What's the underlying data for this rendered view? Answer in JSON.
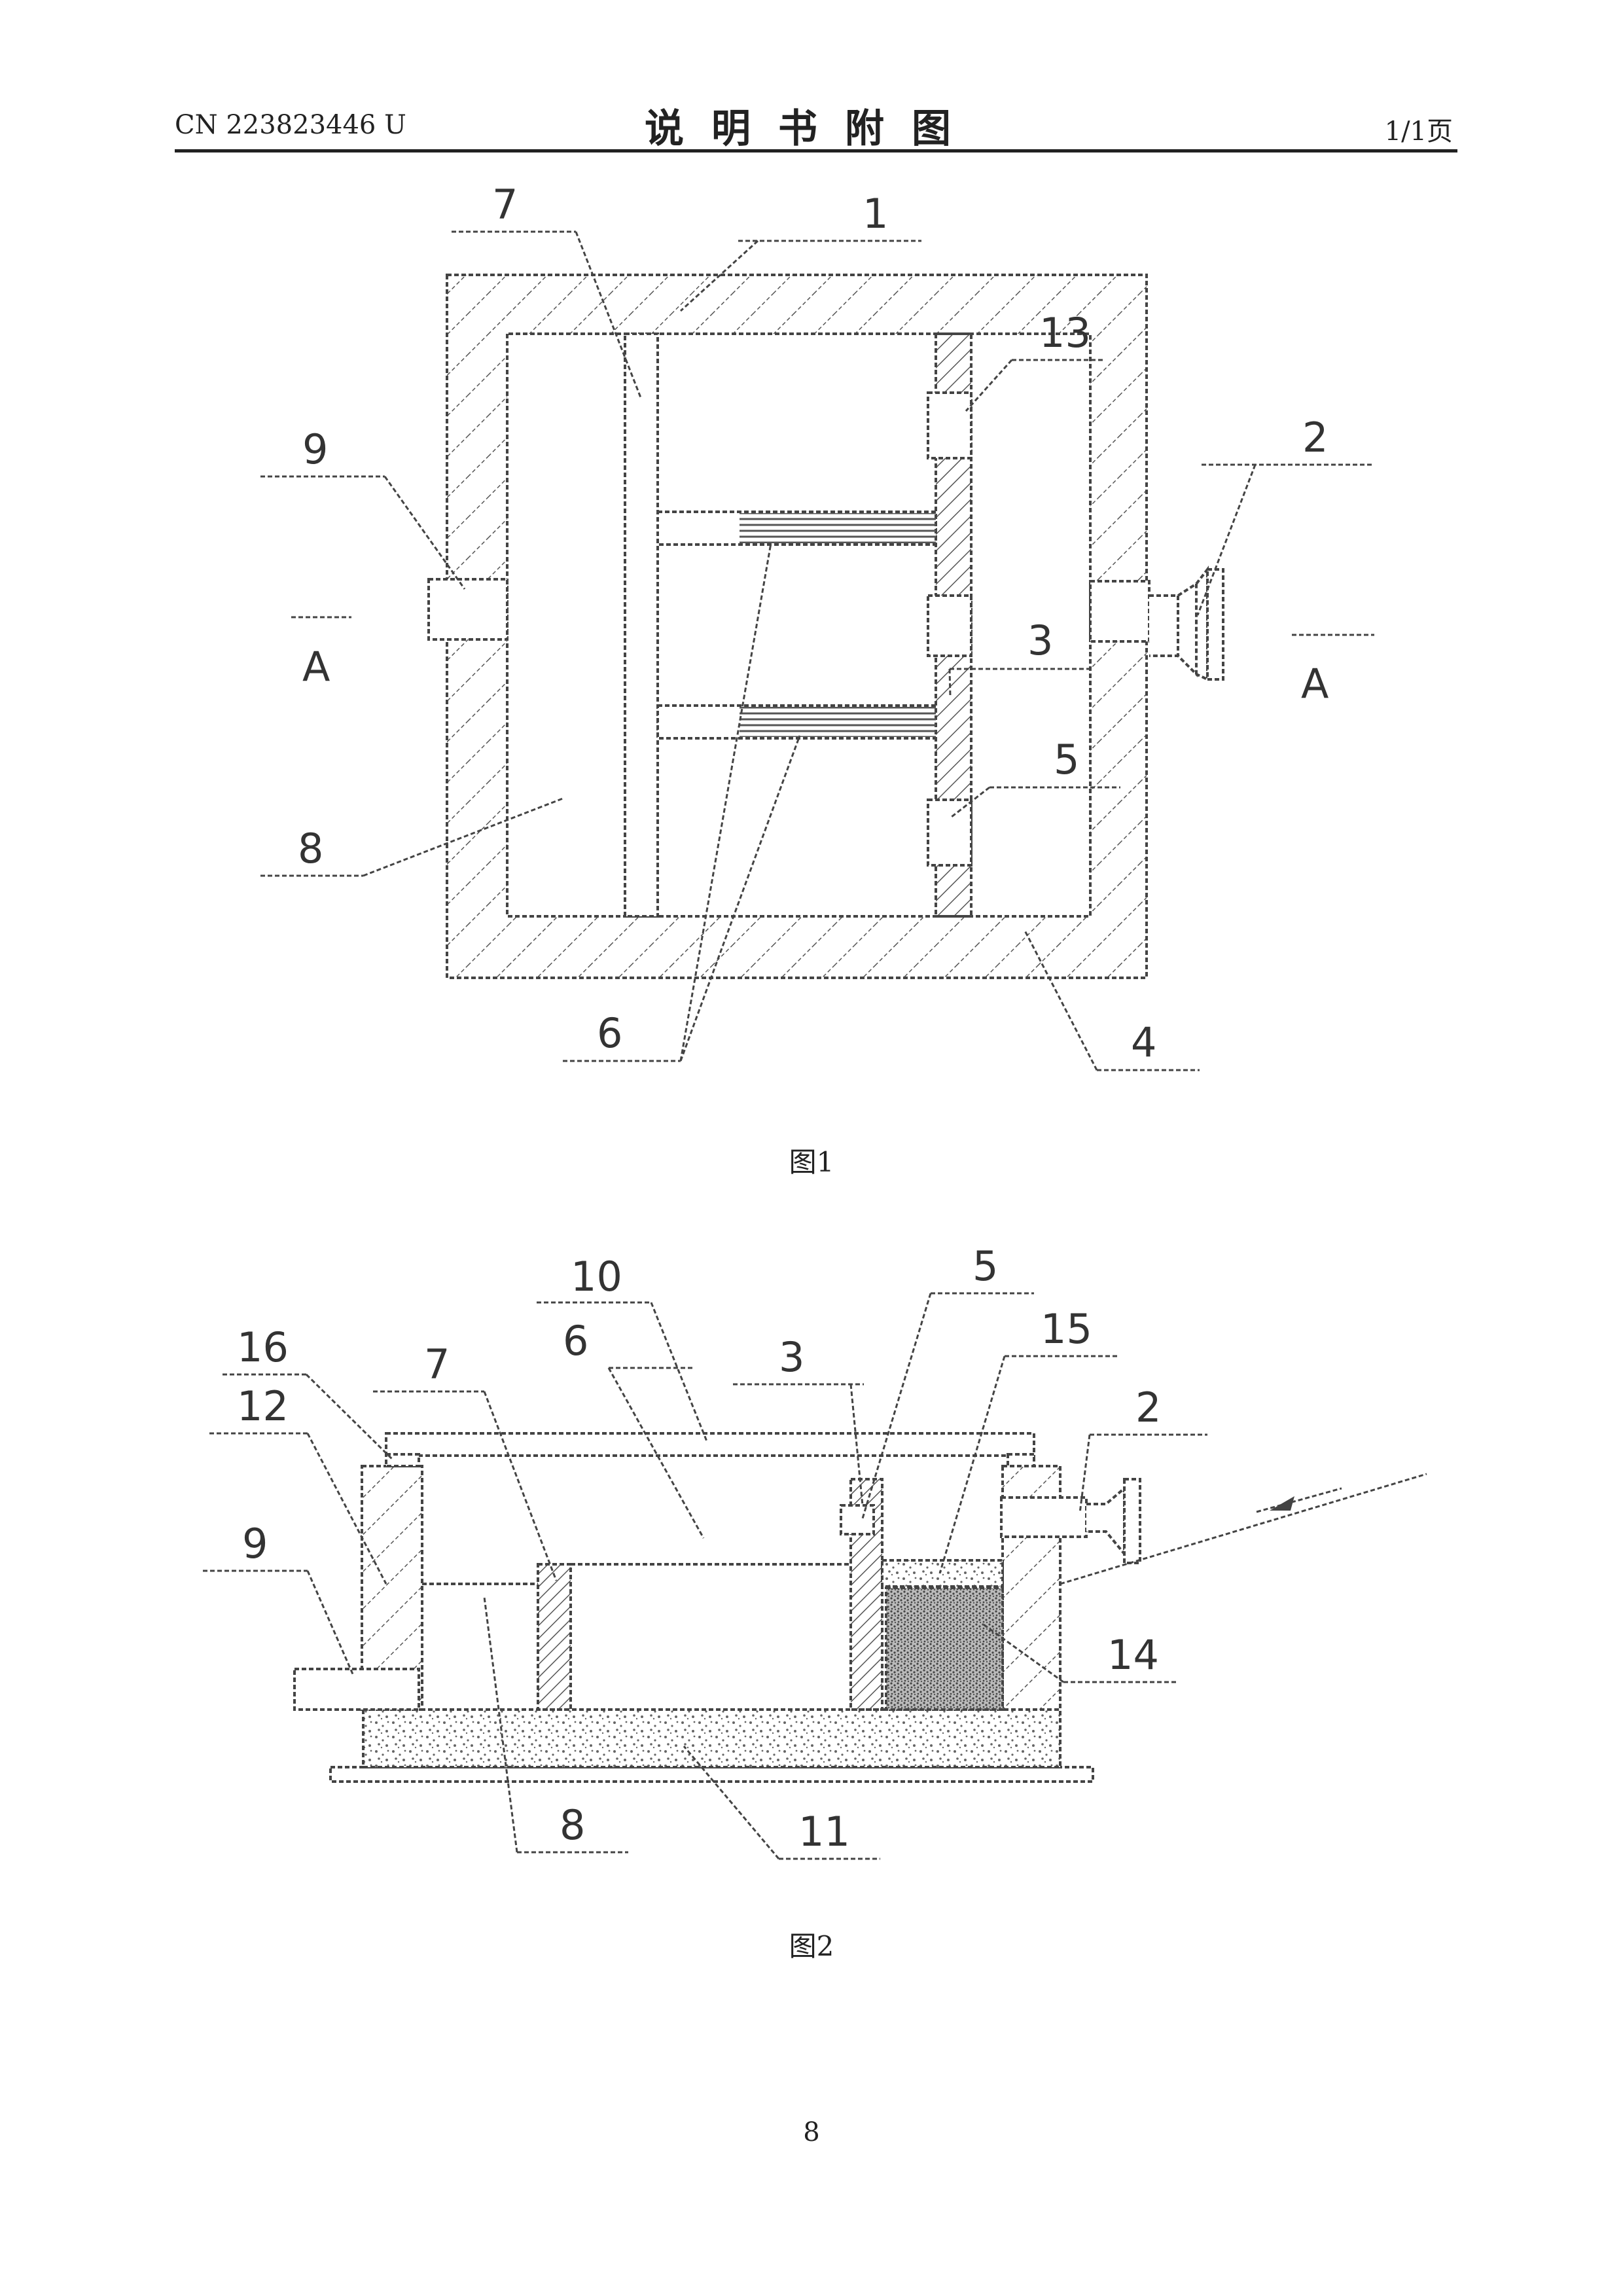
{
  "header": {
    "doc_number": "CN 223823446 U",
    "title": "说明书附图",
    "page_of": "1/1页"
  },
  "figure1": {
    "caption": "图1",
    "labels": {
      "l1": "1",
      "l2": "2",
      "l3": "3",
      "l4": "4",
      "l5": "5",
      "l6": "6",
      "l7": "7",
      "l8": "8",
      "l9": "9",
      "l13": "13",
      "sectionA_left": "A",
      "sectionA_right": "A"
    }
  },
  "figure2": {
    "caption": "图2",
    "labels": {
      "l2": "2",
      "l3": "3",
      "l5": "5",
      "l6": "6",
      "l7": "7",
      "l8": "8",
      "l9": "9",
      "l10": "10",
      "l11": "11",
      "l12": "12",
      "l14": "14",
      "l15": "15",
      "l16": "16"
    }
  },
  "footer": {
    "page_number": "8"
  }
}
